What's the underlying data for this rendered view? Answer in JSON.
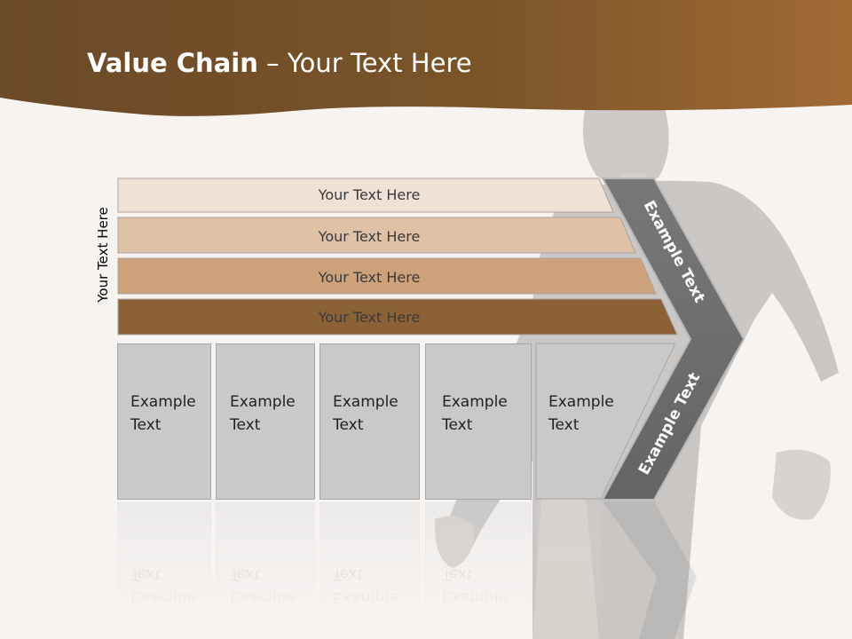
{
  "title": {
    "bold": "Value Chain",
    "rest": " – Your Text Here"
  },
  "side_label": "Your Text Here",
  "bars": [
    {
      "label": "Your Text Here"
    },
    {
      "label": "Your Text Here"
    },
    {
      "label": "Your Text Here"
    },
    {
      "label": "Your Text Here"
    }
  ],
  "chevron": {
    "upper": "Example Text",
    "lower": "Example Text"
  },
  "boxes": [
    {
      "line1": "Example",
      "line2": "Text"
    },
    {
      "line1": "Example",
      "line2": "Text"
    },
    {
      "line1": "Example",
      "line2": "Text"
    },
    {
      "line1": "Example",
      "line2": "Text"
    },
    {
      "line1": "Example",
      "line2": "Text"
    }
  ],
  "colors": {
    "header": "#7a5328",
    "bar1": "#efe1d6",
    "bar2": "#dfc1a6",
    "bar3": "#cda17a",
    "bar4": "#8c6136",
    "chevron": "#6f6f6f",
    "box": "#c9c9c9"
  }
}
